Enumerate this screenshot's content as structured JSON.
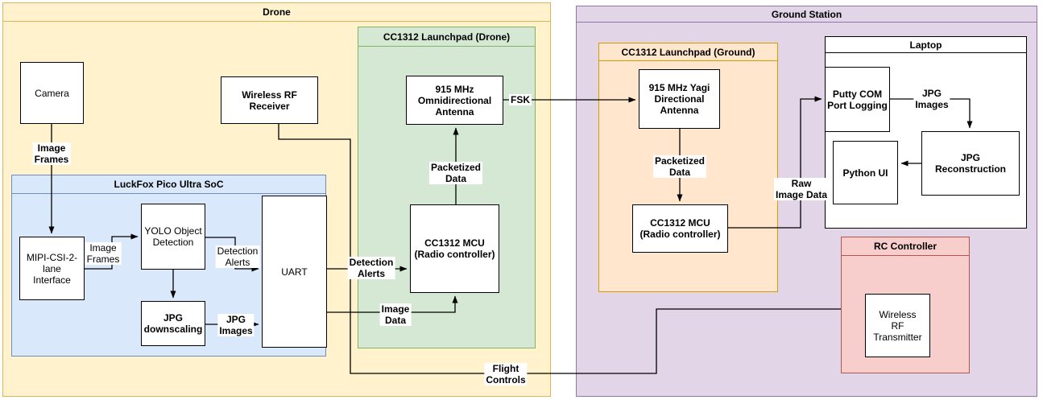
{
  "containers": {
    "drone": {
      "title": "Drone"
    },
    "luckfox_soc": {
      "title": "LuckFox Pico Ultra SoC"
    },
    "cc1312_drone": {
      "title": "CC1312 Launchpad (Drone)"
    },
    "ground_station": {
      "title": "Ground Station"
    },
    "cc1312_ground": {
      "title": "CC1312 Launchpad (Ground)"
    },
    "laptop": {
      "title": "Laptop"
    },
    "rc_controller": {
      "title": "RC Controller"
    }
  },
  "nodes": {
    "camera": {
      "label": "Camera"
    },
    "wireless_rf_receiver": {
      "label": "Wireless RF\nReceiver"
    },
    "mipi_interface": {
      "label": "MIPI-CSI-2-\nlane\nInterface"
    },
    "yolo_detection": {
      "label": "YOLO Object\nDetection"
    },
    "jpg_downscaling": {
      "label": "JPG\ndownscaling"
    },
    "uart": {
      "label": "UART"
    },
    "omni_antenna": {
      "label": "915 MHz\nOmnidirectional\nAntenna"
    },
    "mcu_drone": {
      "label": "CC1312 MCU\n(Radio controller)"
    },
    "yagi_antenna": {
      "label": "915 MHz Yagi\nDirectional\nAntenna"
    },
    "mcu_ground": {
      "label": "CC1312 MCU\n(Radio controller)"
    },
    "putty_logging": {
      "label": "Putty COM\nPort Logging"
    },
    "python_ui": {
      "label": "Python UI"
    },
    "jpg_reconstruction": {
      "label": "JPG\nReconstruction"
    },
    "rf_transmitter": {
      "label": "Wireless\nRF\nTransmitter"
    }
  },
  "edge_labels": {
    "image_frames_camera": "Image\nFrames",
    "image_frames_inner": "Image\nFrames",
    "detection_alerts_inner": "Detection\nAlerts",
    "jpg_images_inner": "JPG\nImages",
    "detection_alerts_outer": "Detection\nAlerts",
    "image_data": "Image\nData",
    "packetized_data_drone": "Packetized\nData",
    "fsk": "FSK",
    "packetized_data_ground": "Packetized\nData",
    "raw_image_data": "Raw\nImage Data",
    "jpg_images_laptop": "JPG\nImages",
    "flight_controls": "Flight\nControls"
  },
  "colors": {
    "drone_fill": "#FFF2CC",
    "drone_stroke": "#D6B656",
    "soc_fill": "#DAE8FC",
    "soc_stroke": "#6C8EBF",
    "launchpad_drone_fill": "#D5E8D4",
    "launchpad_drone_stroke": "#82B366",
    "ground_fill": "#E1D5E7",
    "ground_stroke": "#9673A6",
    "launchpad_ground_fill": "#FFE6CC",
    "launchpad_ground_stroke": "#D79B00",
    "rc_fill": "#F8CECC",
    "rc_stroke": "#B85450",
    "node_fill": "#FFFFFF",
    "wire_color": "#000000"
  }
}
